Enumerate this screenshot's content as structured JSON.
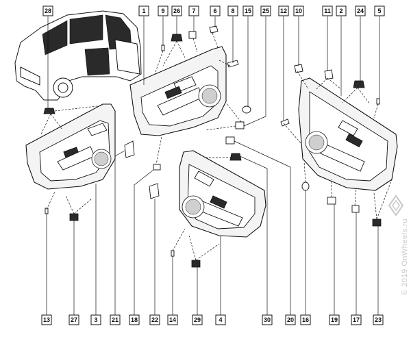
{
  "top_callouts": [
    "28",
    "1",
    "9",
    "26",
    "7",
    "6",
    "8",
    "15",
    "25",
    "12",
    "10",
    "11",
    "2",
    "24",
    "5"
  ],
  "bottom_callouts": [
    "13",
    "27",
    "3",
    "21",
    "18",
    "22",
    "14",
    "29",
    "4",
    "30",
    "20",
    "16",
    "19",
    "17",
    "23"
  ],
  "watermark": "© 2019 OnWheels.ru",
  "brand_logo_text": "RENAULT",
  "colors": {
    "line": "#111111",
    "panel_fill": "#f4f4f4",
    "dark_fill": "#2a2a2a",
    "watermark": "#c8c8c8"
  }
}
